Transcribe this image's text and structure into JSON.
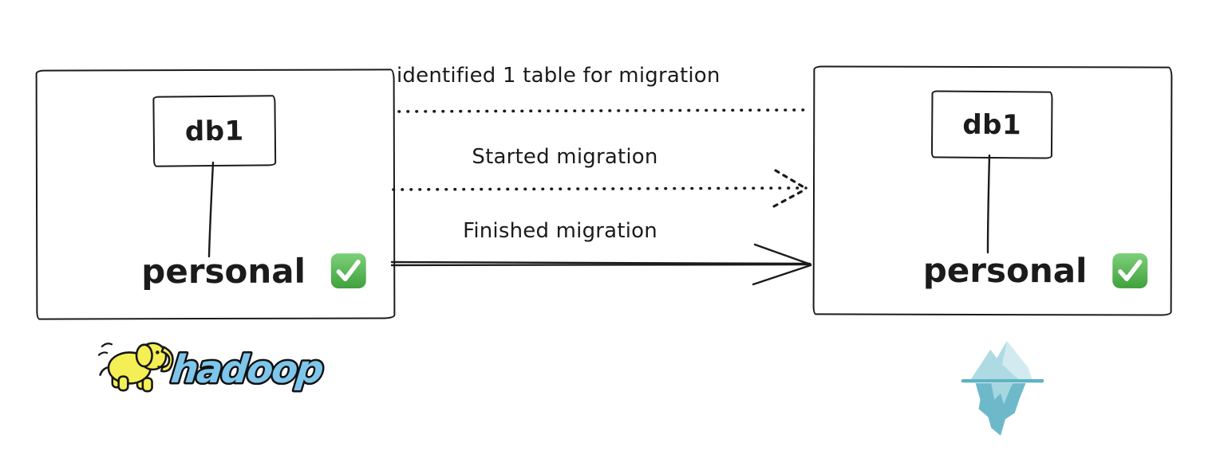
{
  "diagram": {
    "arrows": [
      {
        "label": "identified 1 table for migration",
        "style": "dotted",
        "direction": "left-to-right"
      },
      {
        "label": "Started migration",
        "style": "dotted",
        "direction": "left-to-right"
      },
      {
        "label": "Finished migration",
        "style": "solid",
        "direction": "left-to-right"
      }
    ],
    "source_cluster": {
      "database": "db1",
      "table": "personal",
      "status_icon": "check-mark"
    },
    "target_cluster": {
      "database": "db1",
      "table": "personal",
      "status_icon": "check-mark"
    },
    "logos": {
      "source": "hadoop",
      "target": "iceberg"
    },
    "hadoop_wordmark": "hadoop"
  },
  "colors": {
    "ink": "#1b1b1b",
    "check_green_light": "#7ed07b",
    "check_green_dark": "#3fa13c",
    "hadoop_blue": "#7dc5ea",
    "hadoop_yellow": "#f4ef55",
    "iceberg_light": "#aedae4",
    "iceberg_lighter": "#d3ebf0",
    "iceberg_medium": "#6db9c9",
    "iceberg_facet": "#a6d6df",
    "iceberg_waterline": "#5fb2c4"
  }
}
